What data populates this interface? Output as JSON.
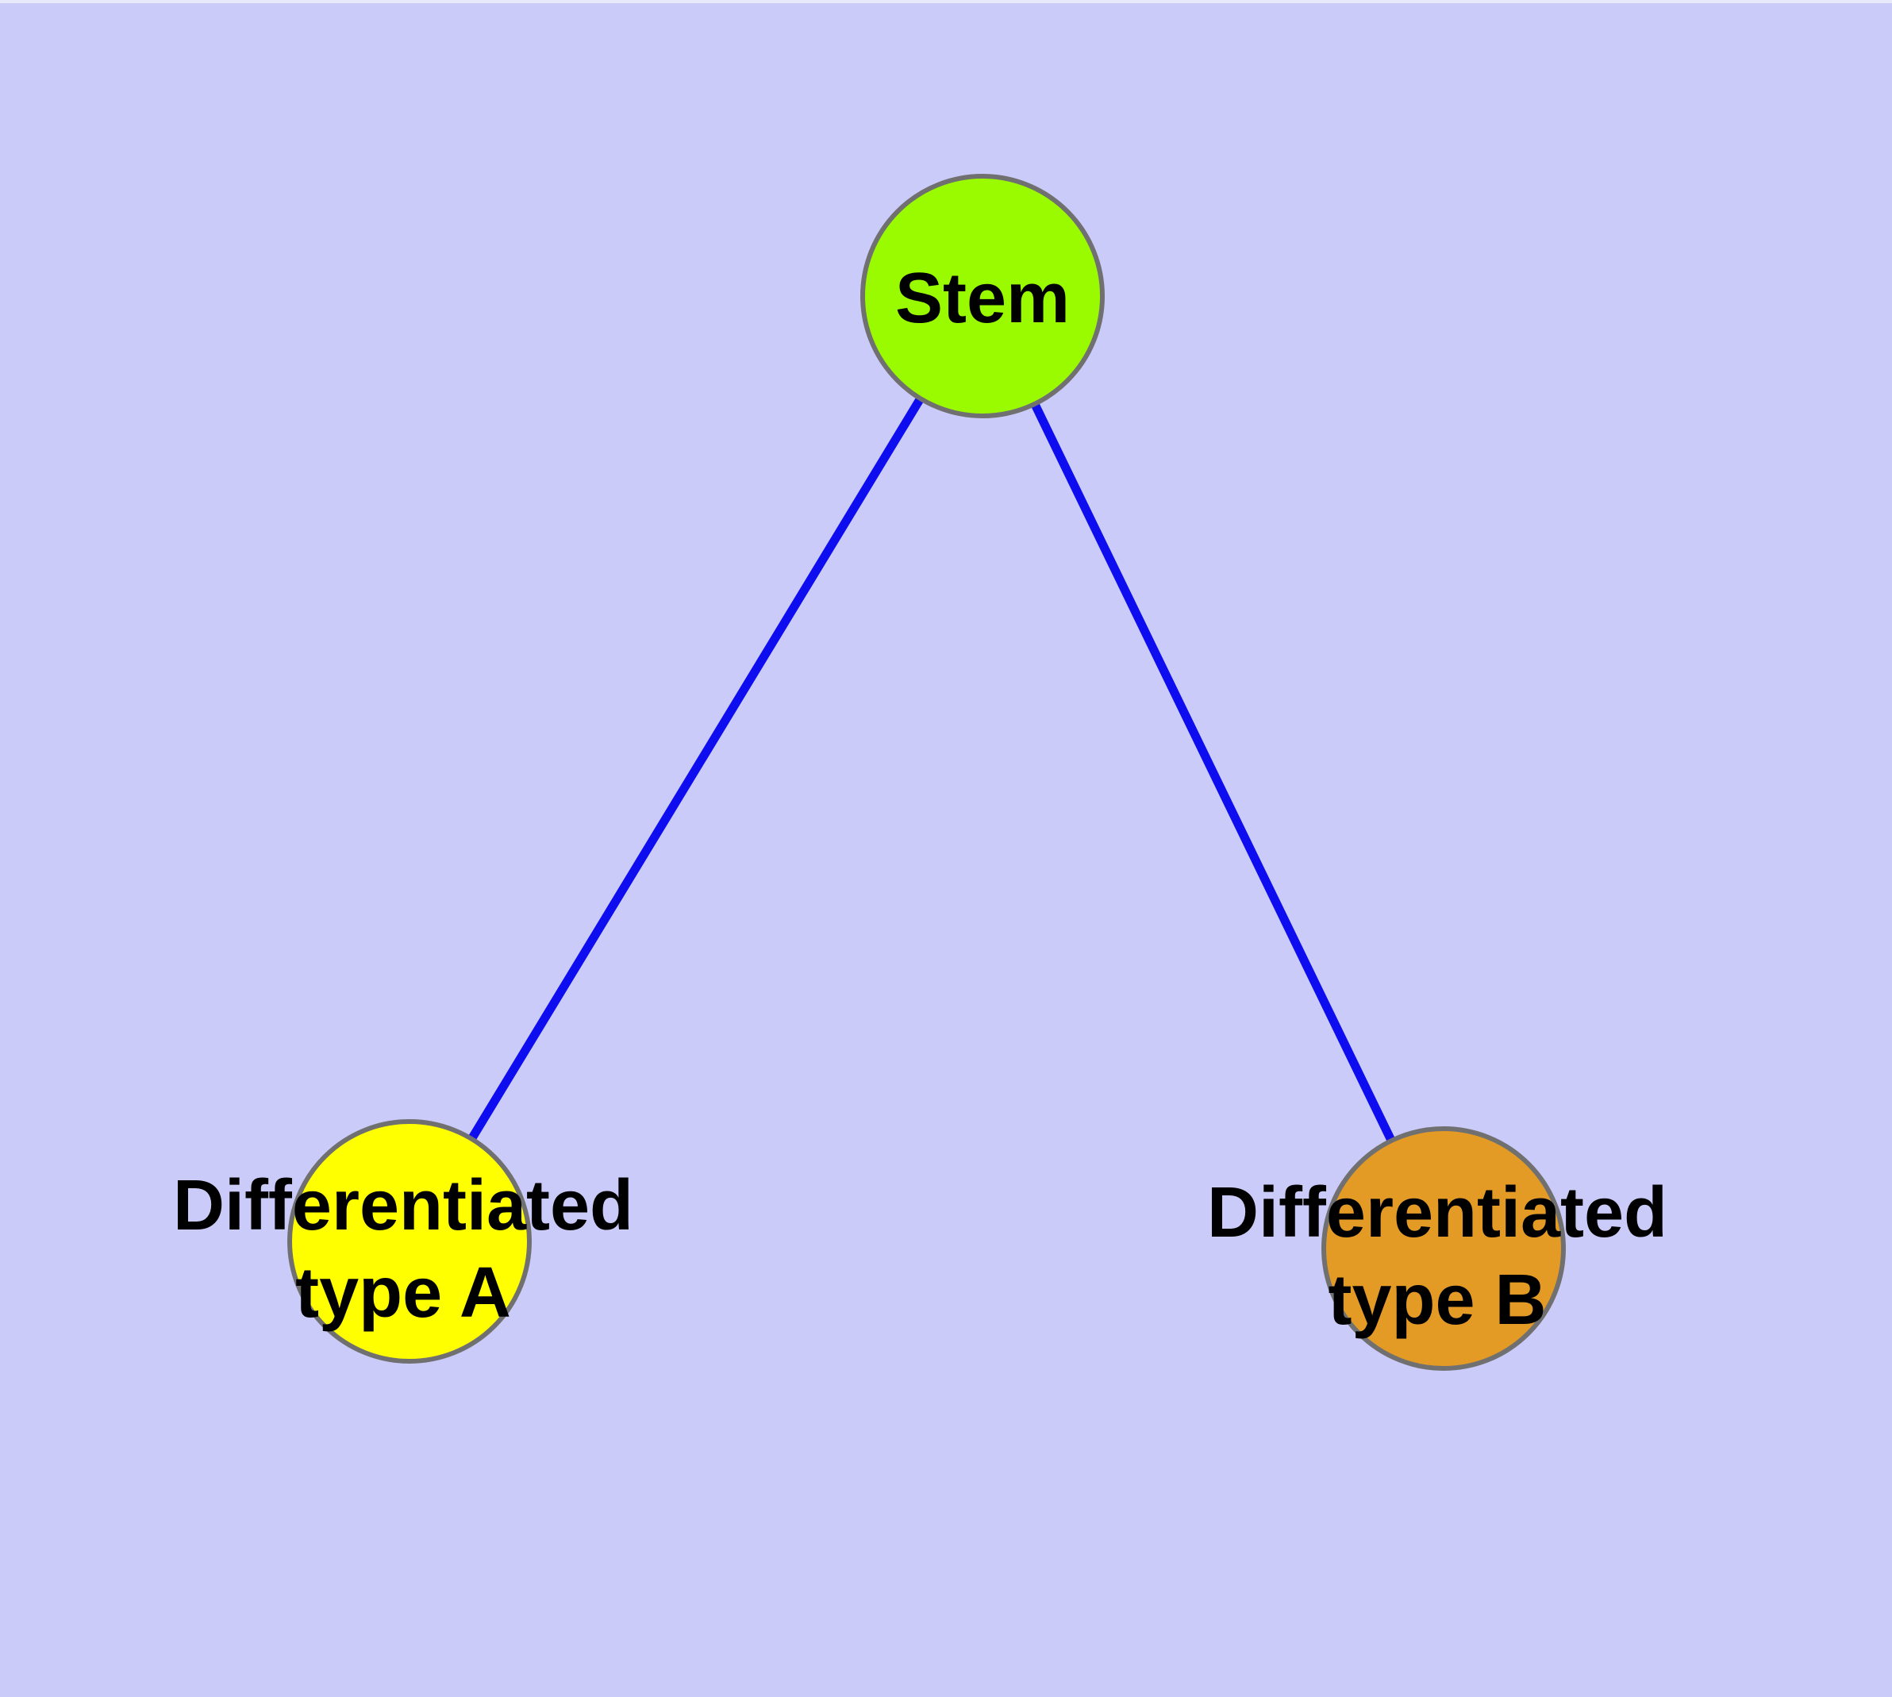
{
  "diagram": {
    "background_color": "#cbcbf9",
    "edge_color": "#0d0df0",
    "node_border_color": "#707070",
    "label_color": "#000000",
    "nodes": [
      {
        "id": "stem",
        "label": "Stem",
        "label_lines": [
          "Stem"
        ],
        "fill_color": "#9afb00"
      },
      {
        "id": "differentiated-type-a",
        "label": "Differentiated type A",
        "label_lines": [
          "Differentiated",
          "type A"
        ],
        "fill_color": "#ffff00"
      },
      {
        "id": "differentiated-type-b",
        "label": "Differentiated type B",
        "label_lines": [
          "Differentiated",
          "type B"
        ],
        "fill_color": "#e49b26"
      }
    ],
    "edges": [
      {
        "from": "Stem",
        "to": "Differentiated type A"
      },
      {
        "from": "Stem",
        "to": "Differentiated type B"
      }
    ]
  }
}
